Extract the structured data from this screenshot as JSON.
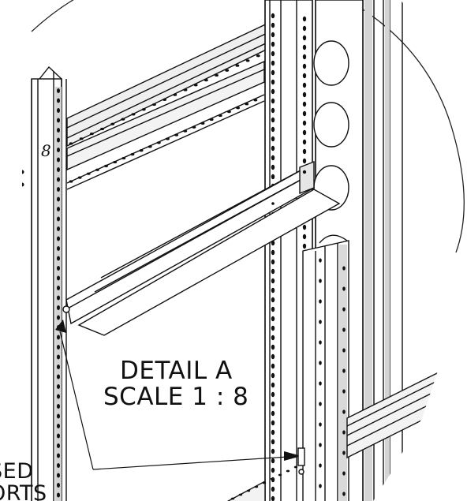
{
  "detail": {
    "title": "DETAIL A",
    "scale": "SCALE 1 : 8"
  },
  "callout": {
    "line1": "SED",
    "line2": "ORTS"
  },
  "colors": {
    "stroke": "#111111",
    "hole_fill": "#111111",
    "shade": "#d4d4d4",
    "background": "#ffffff"
  }
}
